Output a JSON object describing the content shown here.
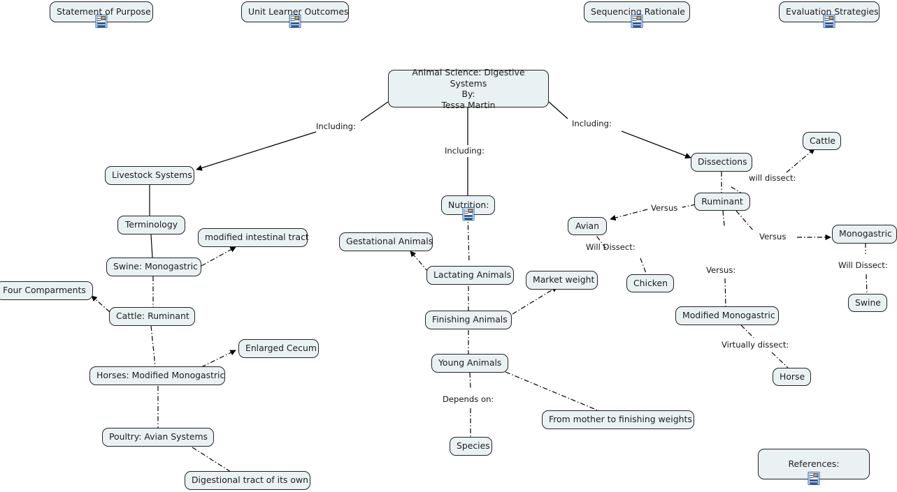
{
  "map": {
    "title": "Animal Science: Digestive Systems\nBy:\nTessa Martin",
    "background": "#ffffff",
    "node_fill": "#eaf1f3",
    "node_border": "#232323",
    "icon_border": "#2b5fa8"
  },
  "nodes": {
    "statement_of_purpose": "Statement of Purpose",
    "unit_learner_outcomes": "Unit Learner Outcomes",
    "sequencing_rationale": "Sequencing Rationale",
    "evaluation_strategies": "Evaluation Strategies",
    "root": "Animal Science: Digestive Systems\nBy:\nTessa Martin",
    "livestock_systems": "Livestock Systems",
    "terminology": "Terminology",
    "swine_monogastric": "Swine: Monogastric",
    "modified_intestinal_tract": "modified intestinal tract",
    "four_comparments": "Four Comparments",
    "cattle_ruminant": "Cattle: Ruminant",
    "enlarged_cecum": "Enlarged Cecum",
    "horses_modified_monogastric": "Horses: Modified Monogastric",
    "poultry_avian_systems": "Poultry: Avian Systems",
    "digestional_tract_of_its_own": "Digestional tract of its own",
    "nutrition": "Nutrition:",
    "gestational_animals": "Gestational Animals",
    "lactating_animals": "Lactating Animals",
    "market_weight": "Market weight",
    "finishing_animals": "Finishing Animals",
    "young_animals": "Young Animals",
    "species": "Species",
    "from_mother_to_finishing_weights": "From mother to finishing weights",
    "dissections": "Dissections",
    "ruminant": "Ruminant",
    "cattle": "Cattle",
    "avian": "Avian",
    "chicken": "Chicken",
    "monogastric": "Monogastric",
    "swine": "Swine",
    "modified_monogastric": "Modified Monogastric",
    "horse": "Horse",
    "references": "References:"
  },
  "edge_labels": {
    "including_left": "Including:",
    "including_center": "Including:",
    "including_right": "Including:",
    "will_dissect_cattle": "will dissect:",
    "versus_avian": "Versus",
    "versus_monogastric": "Versus",
    "versus_modified": "Versus:",
    "will_dissect_chicken": "Will Dissect:",
    "will_dissect_swine": "Will Dissect:",
    "virtually_dissect_horse": "Virtually dissect:",
    "depends_on": "Depends on:"
  },
  "icons": {
    "statement_of_purpose": "document-icon",
    "unit_learner_outcomes": "document-icon",
    "sequencing_rationale": "document-icon",
    "evaluation_strategies": "document-icon",
    "nutrition": "document-icon",
    "references": "document-icon"
  }
}
